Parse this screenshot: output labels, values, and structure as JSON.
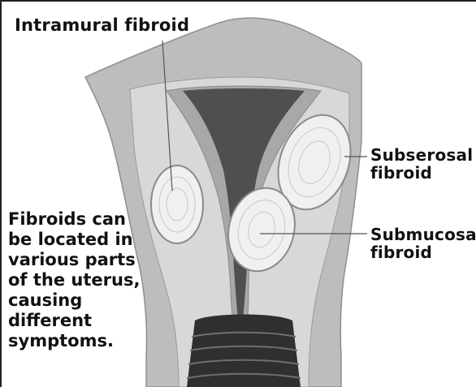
{
  "labels": {
    "intramural": "Intramural fibroid",
    "subserosal_line1": "Subserosal",
    "subserosal_line2": "fibroid",
    "submucosal_line1": "Submucosal",
    "submucosal_line2": "fibroid"
  },
  "caption": {
    "lines": [
      "Fibroids can",
      "be located in",
      "various parts",
      "of the uterus,",
      "causing",
      "different",
      "symptoms."
    ]
  },
  "colors": {
    "uterus_outer": "#bdbdbd",
    "uterus_wall": "#d8d8d8",
    "uterus_inner": "#a8a8a8",
    "cavity": "#4f4f4f",
    "fibroid_fill": "#f0f0f0",
    "fibroid_stroke": "#8a8a8a",
    "cervix_dark": "#2f2f2f",
    "text": "#111111"
  }
}
